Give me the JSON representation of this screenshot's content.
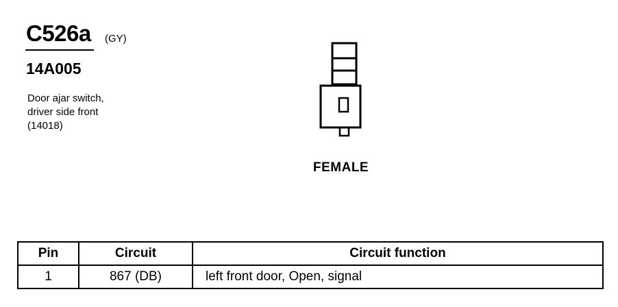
{
  "connector": {
    "id": "C526a",
    "color": "(GY)",
    "part_number": "14A005",
    "description": [
      "Door ajar switch,",
      "driver side front",
      "(14018)"
    ],
    "view": "FEMALE"
  },
  "table": {
    "headers": [
      "Pin",
      "Circuit",
      "Circuit function"
    ],
    "rows": [
      {
        "pin": "1",
        "circuit": "867 (DB)",
        "function": "left front door, Open, signal"
      }
    ]
  }
}
